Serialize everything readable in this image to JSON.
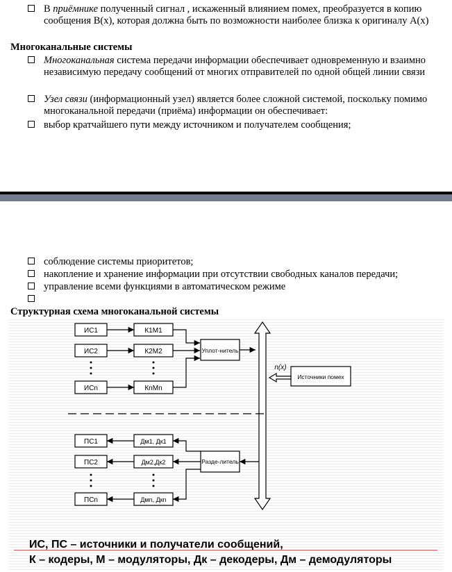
{
  "page1": {
    "bullet1": {
      "pre": "В ",
      "em": "приёмнике",
      "post": " полученный сигнал , искаженный влиянием помех, преобразуется в копию сообщения B(x), которая должна быть по возможности наиболее близка к оригиналу A(x)"
    },
    "heading": "Многоканальные системы",
    "bullet2": {
      "em": "Многоканальная",
      "post": " система передачи информации обеспечивает одновременную и взаимно независимую передачу сообщений от многих отправителей по одной общей линии связи"
    },
    "bullet3": {
      "em": "Узел связи",
      "post": " (информационный узел) является более сложной системой, поскольку помимо многоканальной передачи (приёма) информации он обеспечивает:"
    },
    "bullet4": "выбор кратчайшего пути между источником и получателем сообщения;"
  },
  "page2": {
    "bullets": [
      "соблюдение системы приоритетов;",
      "накопление и хранение информации при отсутствии свободных каналов передачи;",
      "управление всеми функциями в автоматическом режиме",
      ""
    ],
    "heading": "Структурная схема многоканальной системы"
  },
  "diagram": {
    "sources": [
      "ИС1",
      "ИС2",
      "ИСn"
    ],
    "coders": [
      "К1М1",
      "К2М2",
      "КnМn"
    ],
    "mux": "Уплот-нитель",
    "noise_label": "n(x)",
    "noise_box": "Источники помех",
    "receivers": [
      "ПС1",
      "ПС2",
      "ПСn"
    ],
    "decoders": [
      "Дм1, Дк1",
      "Дм2,Дк2",
      "Дмn, Дкn"
    ],
    "demux": "Разде-литель"
  },
  "legend": {
    "line1": "ИС, ПС – источники и получатели сообщений,",
    "line2": "К – кодеры, М – модуляторы, Дк – декодеры, Дм – демодуляторы"
  }
}
